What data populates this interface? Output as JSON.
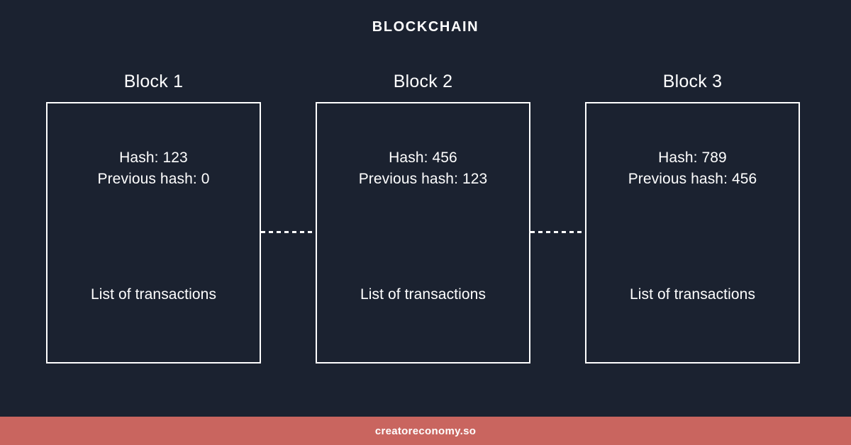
{
  "diagram": {
    "title": "BLOCKCHAIN",
    "background_color": "#1b2230",
    "stroke_color": "#ffffff",
    "text_color": "#ffffff"
  },
  "blocks": [
    {
      "label": "Block 1",
      "hash_line": "Hash: 123",
      "previous_hash_line": "Previous hash: 0",
      "transactions_line": "List of transactions"
    },
    {
      "label": "Block 2",
      "hash_line": "Hash: 456",
      "previous_hash_line": "Previous hash: 123",
      "transactions_line": "List of transactions"
    },
    {
      "label": "Block 3",
      "hash_line": "Hash: 789",
      "previous_hash_line": "Previous hash: 456",
      "transactions_line": "List of transactions"
    }
  ],
  "connectors": [
    {
      "name": "block-1-to-block-2",
      "style": "dashed"
    },
    {
      "name": "block-2-to-block-3",
      "style": "dashed"
    }
  ],
  "footer": {
    "text": "creatoreconomy.so",
    "background_color": "#c9655f",
    "text_color": "#ffffff"
  }
}
